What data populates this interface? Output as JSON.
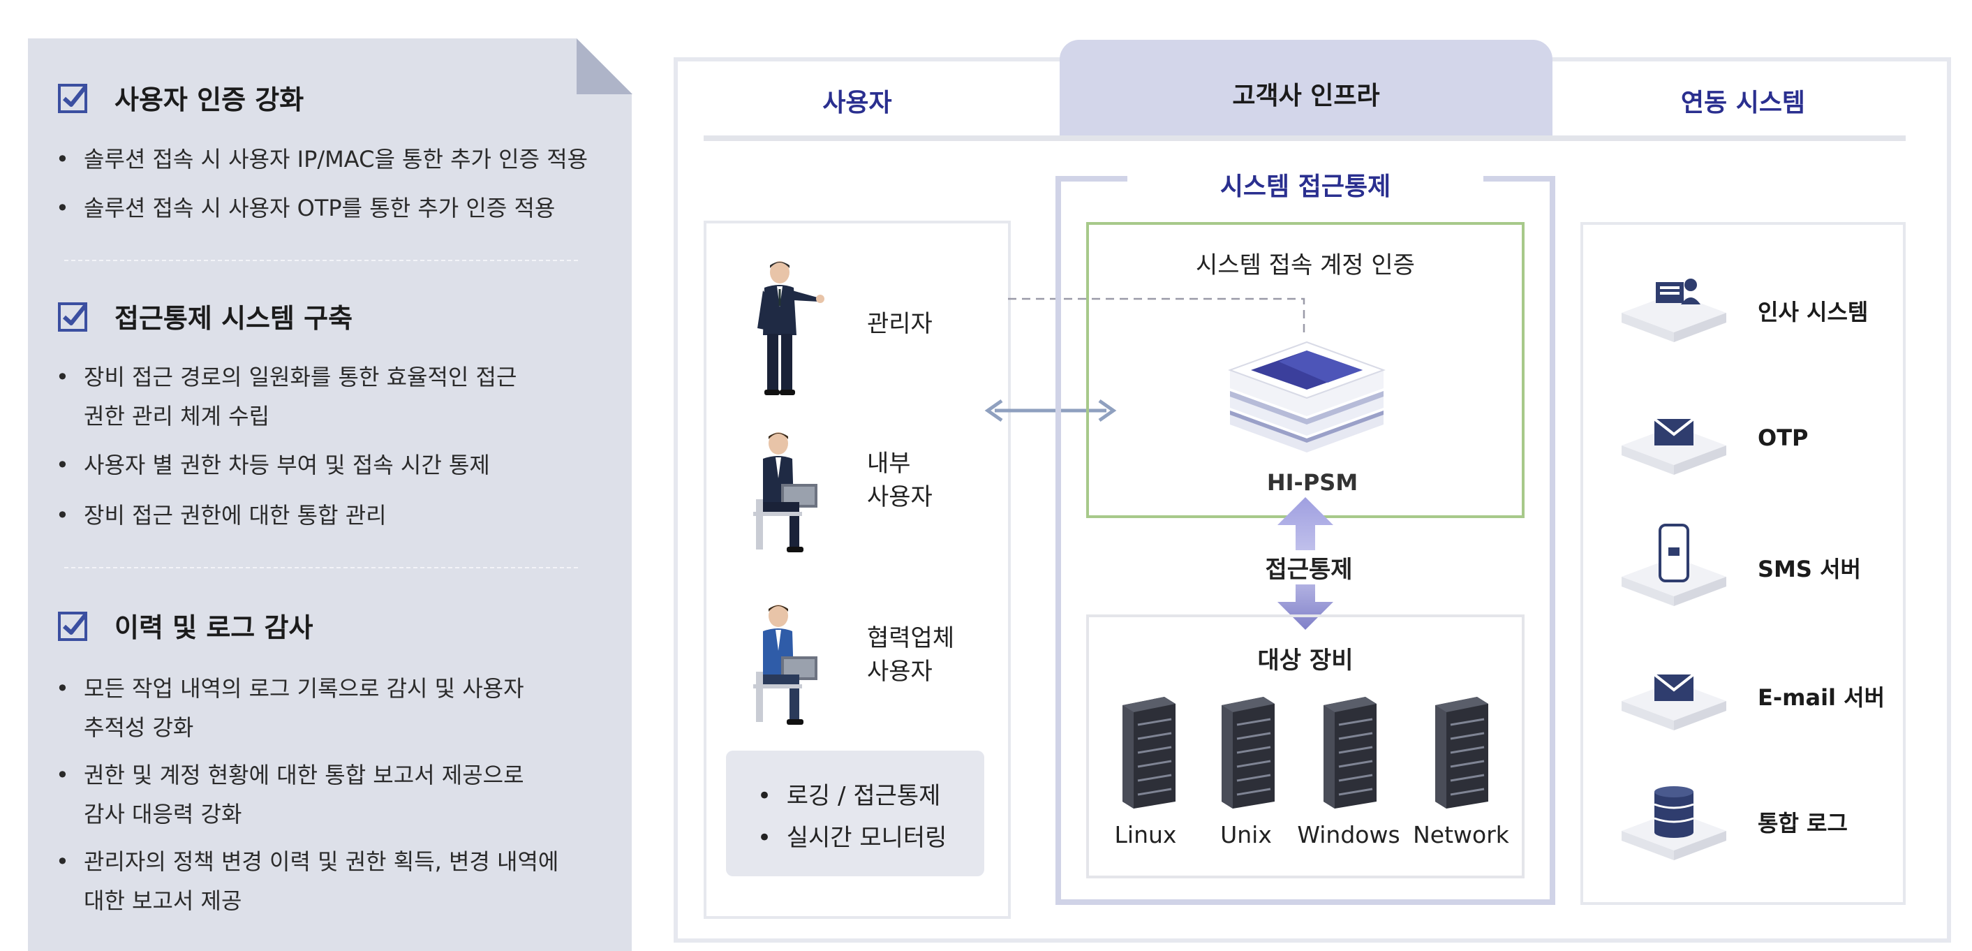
{
  "left_panel": {
    "sections": [
      {
        "title": "사용자 인증 강화",
        "bullets": [
          "솔루션 접속 시 사용자 IP/MAC을 통한 추가 인증 적용",
          "솔루션 접속 시 사용자 OTP를 통한 추가 인증 적용"
        ]
      },
      {
        "title": "접근통제 시스템 구축",
        "bullets": [
          "장비 접근 경로의 일원화를 통한 효율적인 접근\n권한 관리 체계 수립",
          "사용자 별 권한 차등 부여 및 접속 시간 통제",
          "장비 접근 권한에 대한 통합  관리"
        ]
      },
      {
        "title": "이력 및 로그 감사",
        "bullets": [
          "모든 작업 내역의 로그 기록으로 감시 및 사용자\n추적성 강화",
          "권한 및 계정 현황에 대한 통합 보고서 제공으로\n감사 대응력 강화",
          "관리자의 정책 변경 이력 및 권한 획득, 변경 내역에\n대한 보고서 제공"
        ]
      }
    ],
    "bullet_char": "•"
  },
  "diagram": {
    "columns": {
      "user": "사용자",
      "infra": "고객사 인프라",
      "linked": "연동 시스템"
    },
    "users": [
      {
        "label": "관리자",
        "icon": "admin-person-icon"
      },
      {
        "label": "내부\n사용자",
        "icon": "internal-user-icon"
      },
      {
        "label": "협력업체\n사용자",
        "icon": "partner-user-icon"
      }
    ],
    "user_features": [
      "로깅 / 접근통제",
      "실시간 모니터링"
    ],
    "infra": {
      "title": "시스템 접근통제",
      "auth_title": "시스템 접속 계정 인증",
      "appliance": "HI-PSM",
      "access_control": "접근통제",
      "target_title": "대상 장비",
      "servers": [
        "Linux",
        "Unix",
        "Windows",
        "Network"
      ]
    },
    "linked_systems": [
      {
        "label": "인사 시스템",
        "icon": "hr-system-icon"
      },
      {
        "label": "OTP",
        "icon": "otp-mail-icon"
      },
      {
        "label": "SMS 서버",
        "icon": "sms-phone-icon"
      },
      {
        "label": "E-mail 서버",
        "icon": "email-icon"
      },
      {
        "label": "통합 로그",
        "icon": "database-log-icon"
      }
    ]
  },
  "colors": {
    "panel_bg": "#dde0e9",
    "check_blue": "#3b4fa0",
    "infra_tab": "#d3d6ea",
    "infra_border": "#d0d3e7",
    "auth_border": "#a7c98a",
    "column_head_blue": "#2a2f8f",
    "arrow_purple": "#8f8fd0"
  }
}
